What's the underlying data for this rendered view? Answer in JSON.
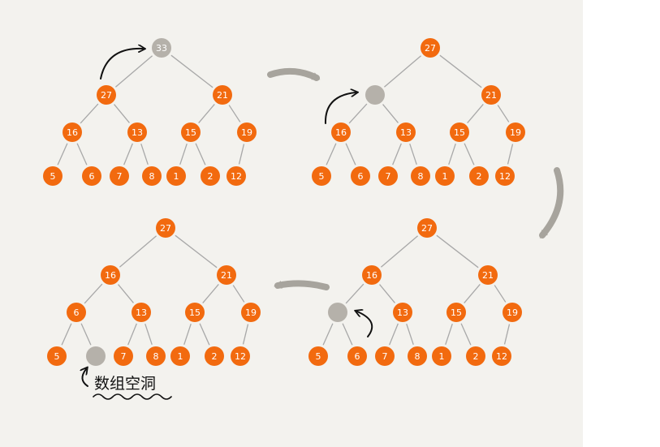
{
  "colors": {
    "background": "#f3f2ee",
    "node": "#f26a0f",
    "empty_node": "#b5b1aa",
    "edge": "#a8a8a8",
    "flow_arrow": "#a7a49d",
    "pointer_arrow": "#111111"
  },
  "steps": [
    {
      "id": "step-1",
      "nodes": [
        {
          "id": "root",
          "label": "33",
          "empty": true
        },
        {
          "id": "a",
          "label": "27"
        },
        {
          "id": "b",
          "label": "21"
        },
        {
          "id": "c",
          "label": "16"
        },
        {
          "id": "d",
          "label": "13"
        },
        {
          "id": "e",
          "label": "15"
        },
        {
          "id": "f",
          "label": "19"
        },
        {
          "id": "g",
          "label": "5"
        },
        {
          "id": "h",
          "label": "6"
        },
        {
          "id": "i",
          "label": "7"
        },
        {
          "id": "j",
          "label": "8"
        },
        {
          "id": "k",
          "label": "1"
        },
        {
          "id": "l",
          "label": "2"
        },
        {
          "id": "m",
          "label": "12"
        }
      ]
    },
    {
      "id": "step-2",
      "nodes": [
        {
          "id": "root",
          "label": "27"
        },
        {
          "id": "a",
          "label": "",
          "empty": true
        },
        {
          "id": "b",
          "label": "21"
        },
        {
          "id": "c",
          "label": "16"
        },
        {
          "id": "d",
          "label": "13"
        },
        {
          "id": "e",
          "label": "15"
        },
        {
          "id": "f",
          "label": "19"
        },
        {
          "id": "g",
          "label": "5"
        },
        {
          "id": "h",
          "label": "6"
        },
        {
          "id": "i",
          "label": "7"
        },
        {
          "id": "j",
          "label": "8"
        },
        {
          "id": "k",
          "label": "1"
        },
        {
          "id": "l",
          "label": "2"
        },
        {
          "id": "m",
          "label": "12"
        }
      ]
    },
    {
      "id": "step-3",
      "nodes": [
        {
          "id": "root",
          "label": "27"
        },
        {
          "id": "a",
          "label": "16"
        },
        {
          "id": "b",
          "label": "21"
        },
        {
          "id": "c",
          "label": "",
          "empty": true
        },
        {
          "id": "d",
          "label": "13"
        },
        {
          "id": "e",
          "label": "15"
        },
        {
          "id": "f",
          "label": "19"
        },
        {
          "id": "g",
          "label": "5"
        },
        {
          "id": "h",
          "label": "6"
        },
        {
          "id": "i",
          "label": "7"
        },
        {
          "id": "j",
          "label": "8"
        },
        {
          "id": "k",
          "label": "1"
        },
        {
          "id": "l",
          "label": "2"
        },
        {
          "id": "m",
          "label": "12"
        }
      ]
    },
    {
      "id": "step-4",
      "nodes": [
        {
          "id": "root",
          "label": "27"
        },
        {
          "id": "a",
          "label": "16"
        },
        {
          "id": "b",
          "label": "21"
        },
        {
          "id": "c",
          "label": "6"
        },
        {
          "id": "d",
          "label": "13"
        },
        {
          "id": "e",
          "label": "15"
        },
        {
          "id": "f",
          "label": "19"
        },
        {
          "id": "g",
          "label": "5"
        },
        {
          "id": "h",
          "label": "",
          "empty": true
        },
        {
          "id": "i",
          "label": "7"
        },
        {
          "id": "j",
          "label": "8"
        },
        {
          "id": "k",
          "label": "1"
        },
        {
          "id": "l",
          "label": "2"
        },
        {
          "id": "m",
          "label": "12"
        }
      ]
    }
  ],
  "annotation": {
    "text": "数组空洞"
  }
}
